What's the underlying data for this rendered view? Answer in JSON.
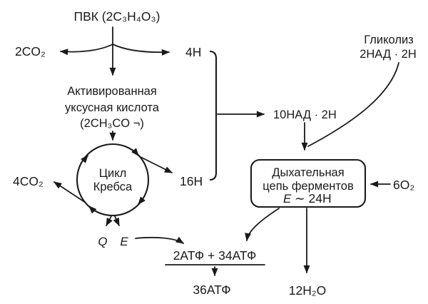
{
  "colors": {
    "ink": "#1a1a1a",
    "background": "#ffffff"
  },
  "labels": {
    "pvk": "ПВК (2C₃H₄O₃)",
    "co2_from_pvk": "2CO₂",
    "h_from_pvk": "4H",
    "acetic_1": "Активированная",
    "acetic_2": "уксусная кислота",
    "acetic_3": "(2CH₃CO ¬)",
    "krebs_1": "Цикл",
    "krebs_2": "Кребса",
    "co2_from_krebs": "4CO₂",
    "h_from_krebs": "16H",
    "heat": "Q",
    "energy": "E",
    "nad_total": "10НАД · 2Н",
    "glycolysis_1": "Гликолиз",
    "glycolysis_2": "2НАД · 2Н",
    "chain_1": "Дыхательная",
    "chain_2": "цепь ферментов",
    "chain_e": "E",
    "chain_energy": "∼ 24H",
    "oxygen": "6O₂",
    "water": "12H₂O",
    "atp_sum": "2АТФ + 34АТФ",
    "atp_total": "36АТФ"
  }
}
